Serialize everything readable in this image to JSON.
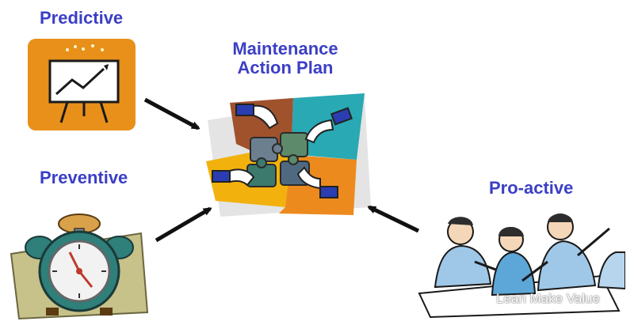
{
  "diagram": {
    "center": {
      "line1": "Maintenance",
      "line2": "Action Plan"
    },
    "nodes": {
      "predictive": "Predictive",
      "preventive": "Preventive",
      "proactive": "Pro-active"
    },
    "watermark": "Lean Make Value"
  },
  "colors": {
    "label_text": "#3b3fc4",
    "arrow": "#111111",
    "predictive_box": "#e8901a",
    "puzzle_brown": "#a0522d",
    "puzzle_teal": "#29a9b4",
    "puzzle_yellow": "#f2b10c",
    "puzzle_orange": "#ec8a1e"
  },
  "icons": {
    "predictive": "rising-chart-board-icon",
    "center": "puzzle-hands-icon",
    "preventive": "alarm-clock-icon",
    "proactive": "team-meeting-icon",
    "watermark": "wechat-icon"
  }
}
